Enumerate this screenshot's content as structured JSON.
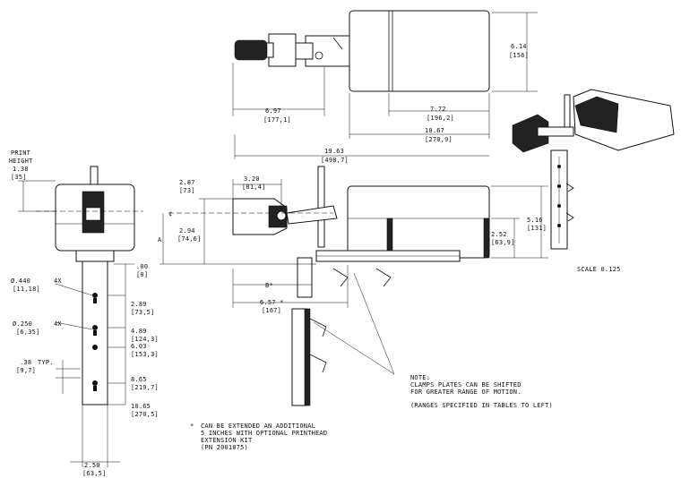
{
  "dims": {
    "top_height": "6.14",
    "top_height_mm": "[156]",
    "d697": "6.97",
    "d697_mm": "[177,1]",
    "d772": "7.72",
    "d772_mm": "[196,2]",
    "d1067": "10.67",
    "d1067_mm": "[270,9]",
    "d1963": "19.63",
    "d1963_mm": "[498,7]",
    "print_height_l1": "PRINT",
    "print_height_l2": "HEIGHT",
    "print_height_val": "1.38",
    "print_height_mm": "[35]",
    "zero": ".00",
    "zero_mm": "[0]",
    "dia440": "Ø.440",
    "dia440_mm": "[11,18]",
    "dia440_qty": "4X",
    "dia250": "Ø.250",
    "dia250_mm": "[6,35]",
    "dia250_qty": "4X",
    "d289": "2.89",
    "d289_mm": "[73,5]",
    "d489": "4.89",
    "d489_mm": "[124,3]",
    "d603": "6.03",
    "d603_mm": "[153,3]",
    "d865": "8.65",
    "d865_mm": "[219,7]",
    "d1065": "10.65",
    "d1065_mm": "[270,5]",
    "d38": ".38",
    "d38_typ": "TYP.",
    "d38_mm": "[9,7]",
    "d250w": "2.50",
    "d250w_mm": "[63,5]",
    "d287": "2.87",
    "d287_mm": "[73]",
    "d294": "2.94",
    "d294_mm": "[74,6]",
    "d320": "3.20",
    "d320_mm": "[81,4]",
    "cl": "¢",
    "a_label": "A",
    "b_label": "B*",
    "d657": "6.57 *",
    "d657_mm": "[167]",
    "d516": "5.16",
    "d516_mm": "[131]",
    "d252": "2.52",
    "d252_mm": "[63,9]"
  },
  "notes": {
    "scale": "SCALE  0.125",
    "note_l1": "NOTE:",
    "note_l2": "CLAMPS PLATES CAN BE SHIFTED",
    "note_l3": "FOR GREATER RANGE OF MOTION.",
    "note_l4": "(RANGES SPECIFIED IN TABLES TO LEFT)",
    "star": "*",
    "ext_l1": "CAN BE EXTENDED AN ADDITIONAL",
    "ext_l2": "5 INCHES WITH OPTIONAL PRINTHEAD",
    "ext_l3": "EXTENSION KIT",
    "ext_l4": "(PN 2001075)"
  }
}
